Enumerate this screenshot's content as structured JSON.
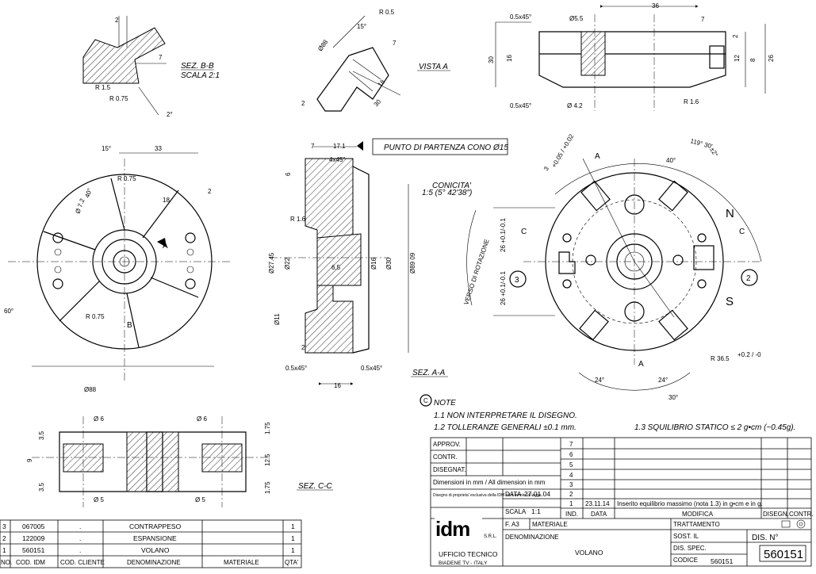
{
  "section_bb": {
    "title": "SEZ. B-B",
    "scale": "SCALA 2:1",
    "dim_2": "2",
    "dim_7": "7",
    "r15": "R 1.5",
    "r075": "R 0.75",
    "ang2": "2°"
  },
  "vista_a": {
    "title": "VISTA A",
    "r05": "R 0.5",
    "ang15": "15°",
    "dia8": "Ø88",
    "d7": "7",
    "d18": "18",
    "d30": "30",
    "d2": "2"
  },
  "side_view": {
    "d05x45_top": "0.5x45°",
    "d55": "Ø5.5",
    "d36": "36",
    "d7": "7",
    "d2": "2",
    "d30": "30",
    "d16": "16",
    "d12": "12",
    "d26": "26",
    "d8": "8",
    "d05x45_bot": "0.5x45°",
    "d42": "Ø 4.2",
    "r16": "R 1.6"
  },
  "front_left": {
    "a15": "15°",
    "d33": "33",
    "r075": "R 0.75",
    "d2": "2",
    "d18": "18",
    "a40": "40°",
    "d72": "Ø 7.2",
    "a60": "60°",
    "r075b": "R 0.75",
    "b": "B",
    "a": "A",
    "d88": "Ø88"
  },
  "section_aa": {
    "d7": "7",
    "d171": "17.1",
    "c4x45": "4x45°",
    "d6": "6",
    "r16": "R 1.6",
    "d2745": "Ø27.45",
    "d22": "Ø22",
    "d65": "6.5",
    "d16": "Ø16",
    "d30": "Ø30",
    "d89": "Ø89 09",
    "d11": "Ø11",
    "d2": "2",
    "c05a": "0.5x45°",
    "c05b": "0.5x45°",
    "d16w": "16",
    "title": "SEZ. A-A",
    "conicita": "CONICITA'",
    "conicita_val": "1:5 (5° 42'38\")",
    "callout": "PUNTO DI PARTENZA CONO Ø15",
    "rot": "VERSO DI ROTAZIONE"
  },
  "front_right": {
    "a119": "119° 30'",
    "tol": "±2°",
    "a40": "40°",
    "d3": "3",
    "tol3": "+0.05 / +0.02",
    "a_top": "A",
    "c_left": "C",
    "c_right": "C",
    "d26a": "26 +0.1/-0.1",
    "d26b": "26 +0.1/-0.1",
    "n": "N",
    "s": "S",
    "m3": "3",
    "m2": "2",
    "r365": "R 36.5",
    "r365_tol": "+0.2 / -0",
    "a_bot": "A",
    "a24a": "24°",
    "a24b": "24°",
    "a30": "30°"
  },
  "section_cc": {
    "d6a": "Ø 6",
    "d6b": "Ø 6",
    "d35a": "3.5",
    "d9": "9",
    "d35b": "3.5",
    "d5a": "Ø 5",
    "d5b": "Ø 5",
    "d175a": "1.75",
    "d125": "12.5",
    "d175b": "1.75",
    "title": "SEZ. C-C"
  },
  "notes": {
    "heading": "NOTE",
    "n11": "1.1  NON INTERPRETARE IL DISEGNO.",
    "n12": "1.2  TOLLERANZE GENERALI ±0.1 mm.",
    "n13": "1.3  SQUILIBRIO STATICO ≤ 2 g•cm (~0.45g)."
  },
  "title_block": {
    "approv": "APPROV.",
    "contr": "CONTR.",
    "disegnat": "DISEGNAT.",
    "dimensioni": "Dimensioni in mm / All dimension in mm",
    "proprieta": "Disegno di proprieta' esclusiva della IDM ed a termini di legge",
    "data_label": "DATA",
    "data_value": "27.01.04",
    "scala_label": "SCALA",
    "scala_value": "1:1",
    "format": "F. A3",
    "materiale": "MATERIALE",
    "trattamento": "TRATTAMENTO",
    "denominazione_label": "DENOMINAZIONE",
    "denominazione_value": "VOLANO",
    "sost": "SOST. IL",
    "dis_spec": "DIS. SPEC.",
    "codice_label": "CODICE",
    "codice_value": "560151",
    "dis_n_label": "DIS. N°",
    "dis_n_value": "560151",
    "rev_numbers": [
      "7",
      "6",
      "5",
      "4",
      "3",
      "2",
      "1"
    ],
    "rev1_date": "23.11.14",
    "rev1_text": "Inserito equilibrio massimo (nota 1.3) in g•cm e in g.",
    "ind": "IND.",
    "data_col": "DATA",
    "modifica": "MODIFICA",
    "disegn": "DISEGN.",
    "contr_col": "CONTR.",
    "company_logo": "idm",
    "srl": "S.R.L.",
    "ufficio": "UFFICIO TECNICO",
    "city": "BIADENE TV - ITALY"
  },
  "bom": {
    "headers": [
      "NO.",
      "COD. IDM",
      "COD. CLIENTE",
      "DENOMINAZIONE",
      "MATERIALE",
      "QTA'"
    ],
    "rows": [
      [
        "3",
        "067005",
        ".",
        "CONTRAPPESO",
        "",
        "1"
      ],
      [
        "2",
        "122009",
        ".",
        "ESPANSIONE",
        "",
        "1"
      ],
      [
        "1",
        "560151",
        ".",
        "VOLANO",
        "",
        "1"
      ]
    ]
  }
}
